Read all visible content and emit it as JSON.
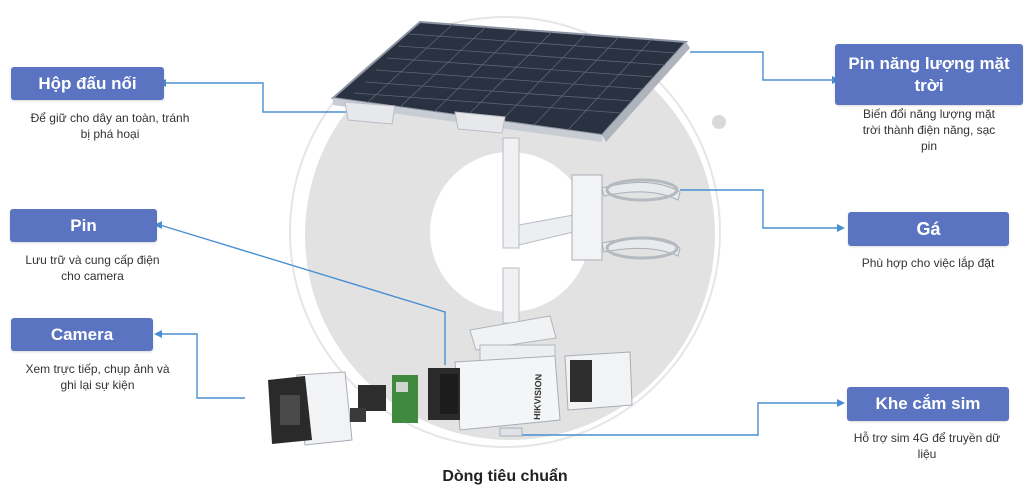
{
  "caption": "Dòng tiêu chuẩn",
  "brand": "HIKVISION",
  "colors": {
    "label_bg": "#5b74c1",
    "label_text": "#ffffff",
    "connector": "#4a8fd1",
    "circle_bg": "#e2e2e2"
  },
  "components": {
    "junction_box": {
      "title": "Hộp đấu nối",
      "desc_line1": "Để giữ cho dây an toàn, tránh",
      "desc_line2": "bị phá hoại"
    },
    "battery": {
      "title": "Pin",
      "desc_line1": "Lưu trữ và cung cấp điện",
      "desc_line2": "cho camera"
    },
    "camera": {
      "title": "Camera",
      "desc_line1": "Xem trực tiếp, chụp ảnh và",
      "desc_line2": "ghi lại sự kiện"
    },
    "solar_panel": {
      "title_line1": "Pin năng lượng mặt",
      "title_line2": "trời",
      "desc_line1": "Biến đổi năng lượng mặt",
      "desc_line2": "trời thành điện năng, sạc",
      "desc_line3": "pin"
    },
    "mount": {
      "title": "Gá",
      "desc_line1": "Phù hợp cho việc lắp đặt"
    },
    "sim_slot": {
      "title": "Khe cắm sim",
      "desc_line1": "Hỗ trợ sim 4G để truyền dữ",
      "desc_line2": "liệu"
    }
  }
}
